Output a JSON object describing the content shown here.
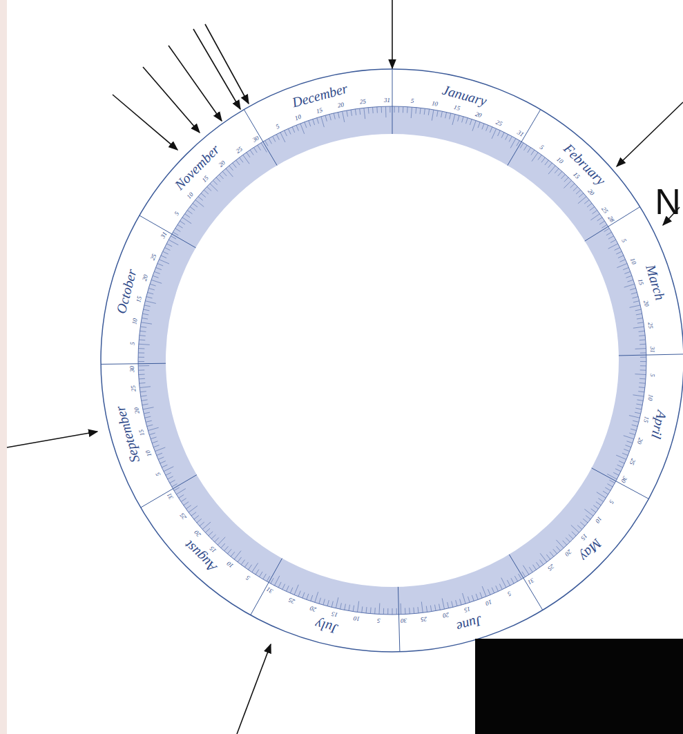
{
  "diagram": {
    "labels": [
      "January",
      "5",
      "10",
      "15",
      "20",
      "25",
      "31",
      "February",
      "5",
      "10",
      "15",
      "20",
      "25",
      "28",
      "March",
      "5",
      "10",
      "15",
      "20",
      "25",
      "31",
      "April",
      "5",
      "10",
      "15",
      "20",
      "25",
      "30",
      "May",
      "5",
      "10",
      "15",
      "20",
      "25",
      "31",
      "June",
      "5",
      "10",
      "15",
      "20",
      "25",
      "30",
      "July",
      "5",
      "10",
      "15",
      "20",
      "25",
      "31",
      "August",
      "5",
      "10",
      "15",
      "20",
      "25",
      "31",
      "September",
      "5",
      "10",
      "15",
      "20",
      "25",
      "30",
      "October",
      "5",
      "10",
      "15",
      "20",
      "25",
      "31",
      "November",
      "5",
      "10",
      "15",
      "20",
      "25",
      "30",
      "December",
      "5",
      "10",
      "15",
      "20",
      "25",
      "31",
      "N"
    ]
  }
}
